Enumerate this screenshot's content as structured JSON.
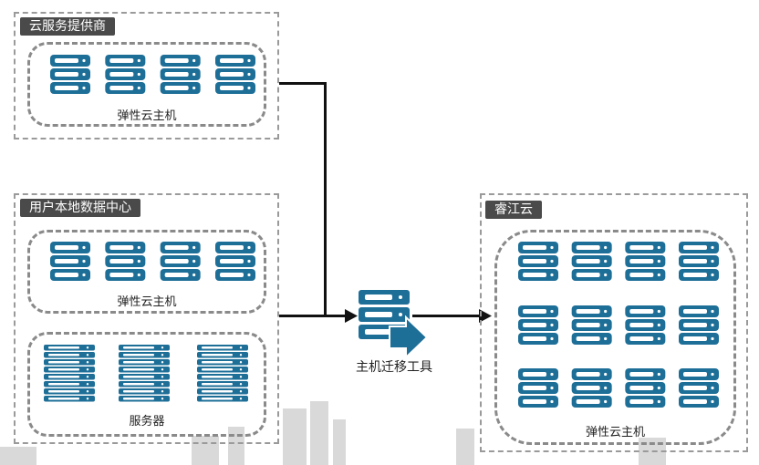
{
  "colors": {
    "server_blue": "#1e6f98",
    "slot_fill": "#ffffff",
    "label_bg": "#4a4a4a",
    "connector": "#111111"
  },
  "cloud_provider": {
    "title": "云服务提供商",
    "group_label": "弹性云主机"
  },
  "local_datacenter": {
    "title": "用户本地数据中心",
    "vm_group_label": "弹性云主机",
    "server_group_label": "服务器"
  },
  "migration_tool": {
    "label": "主机迁移工具",
    "icon": "server-arrow-icon"
  },
  "ruijiang_cloud": {
    "title": "睿江云",
    "group_label": "弹性云主机"
  }
}
